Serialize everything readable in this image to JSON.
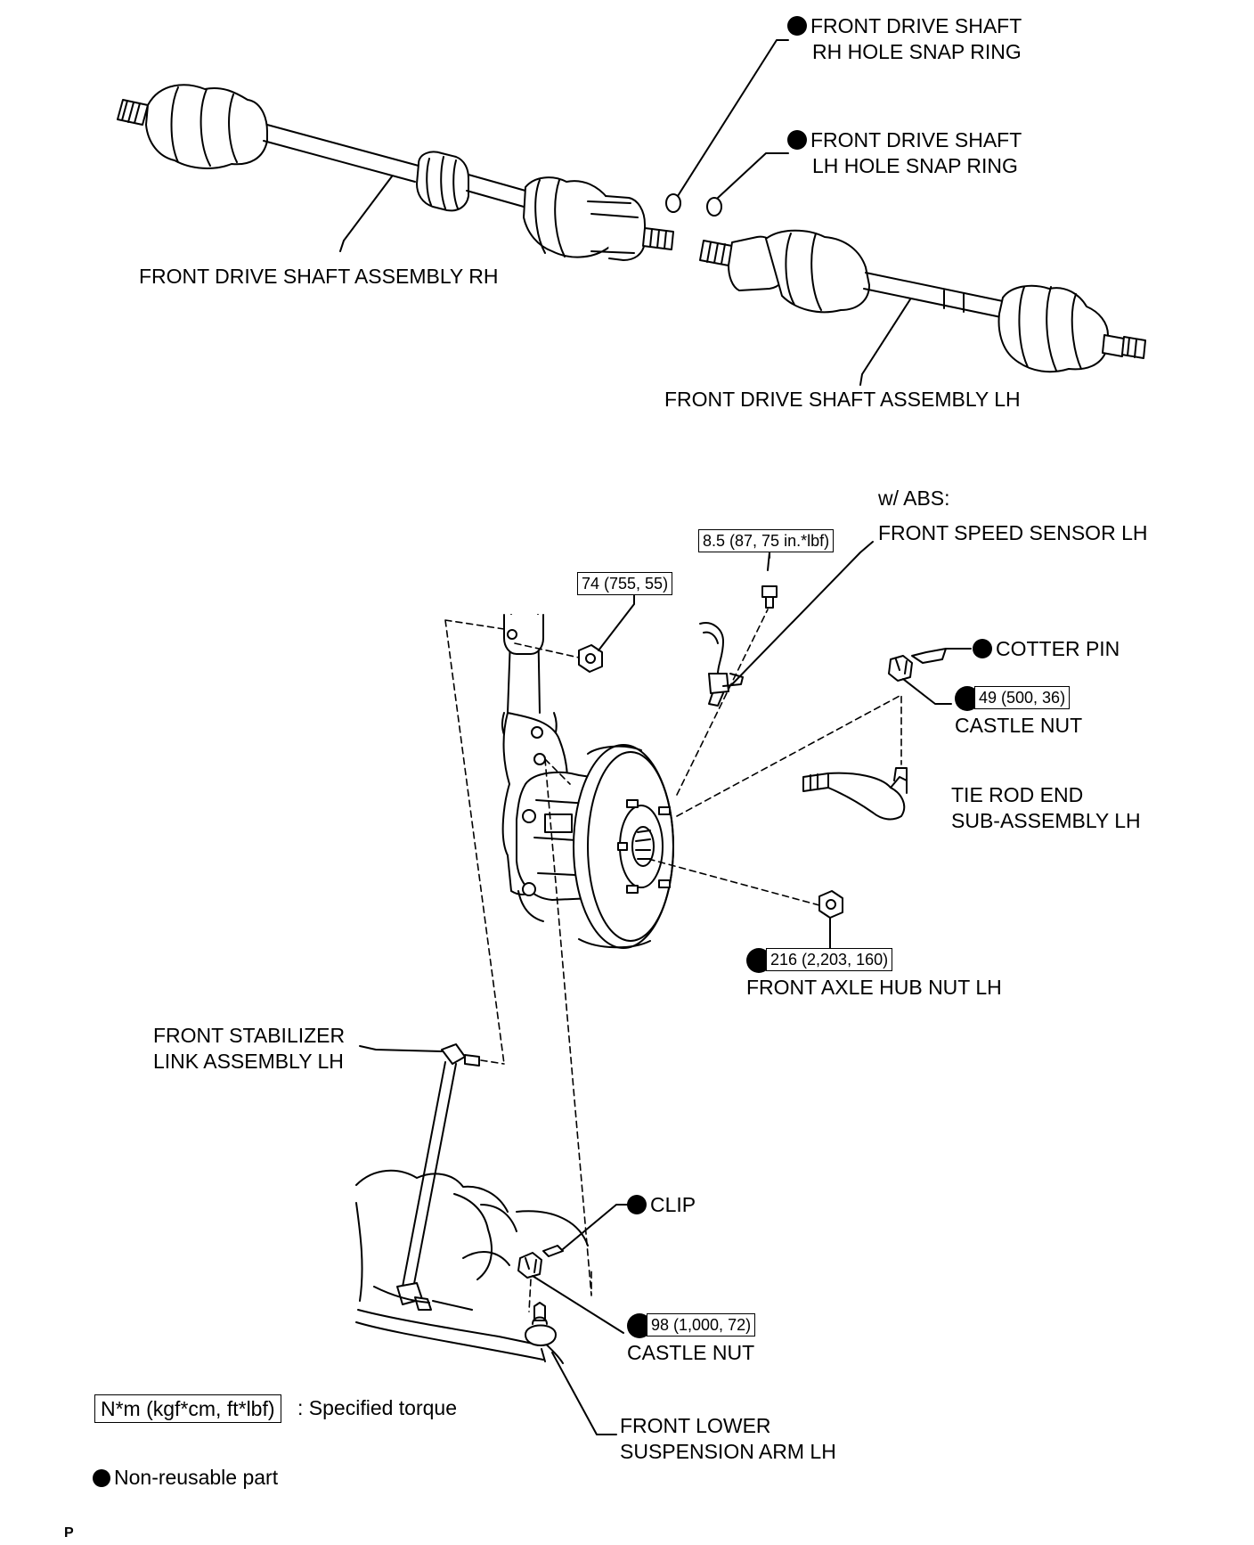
{
  "labels": {
    "snap_rh_1": "FRONT DRIVE SHAFT",
    "snap_rh_2": "RH HOLE SNAP RING",
    "snap_lh_1": "FRONT DRIVE SHAFT",
    "snap_lh_2": "LH HOLE SNAP RING",
    "shaft_rh": "FRONT DRIVE SHAFT ASSEMBLY RH",
    "shaft_lh": "FRONT DRIVE SHAFT ASSEMBLY LH",
    "w_abs": "w/ ABS:",
    "speed_sensor": "FRONT SPEED SENSOR LH",
    "cotter_pin": "COTTER PIN",
    "castle_nut_upper": "CASTLE NUT",
    "tie_rod_1": "TIE ROD END",
    "tie_rod_2": "SUB-ASSEMBLY LH",
    "hub_nut": "FRONT AXLE HUB NUT LH",
    "stab_link_1": "FRONT STABILIZER",
    "stab_link_2": "LINK ASSEMBLY LH",
    "clip": "CLIP",
    "castle_nut_lower": "CASTLE NUT",
    "lower_arm_1": "FRONT LOWER",
    "lower_arm_2": "SUSPENSION ARM LH"
  },
  "torques": {
    "sensor_bolt": "8.5 (87, 75 in.*lbf)",
    "strut_nut": "74 (755, 55)",
    "tie_rod_nut": "49 (500, 36)",
    "hub_nut": "216 (2,203, 160)",
    "ball_joint_nut": "98 (1,000, 72)"
  },
  "legend": {
    "torque_unit": "N*m (kgf*cm, ft*lbf)",
    "torque_desc": ": Specified torque",
    "non_reusable": "Non-reusable part"
  },
  "corner_mark": "P"
}
